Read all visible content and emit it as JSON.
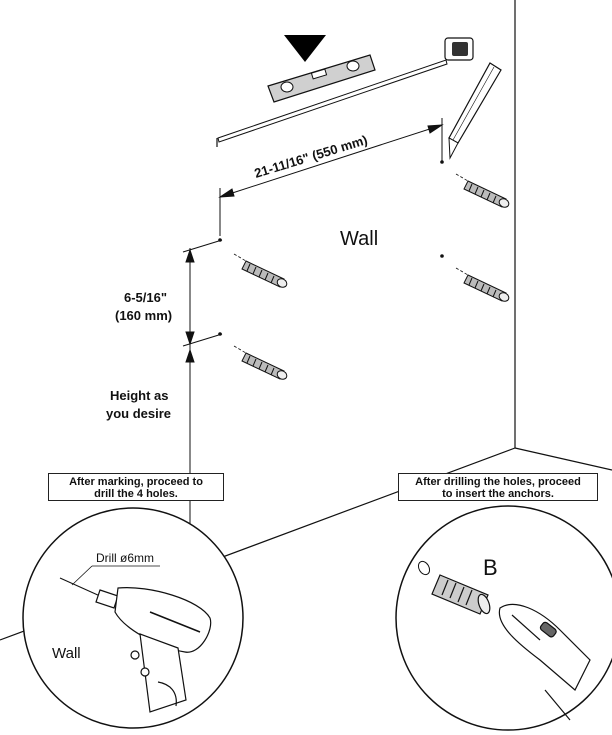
{
  "dimensions": {
    "horizontal_spacing": "21-11/16\" (550 mm)",
    "vertical_spacing_line1": "6-5/16\"",
    "vertical_spacing_line2": "(160 mm)",
    "height_line1": "Height as",
    "height_line2": "you desire"
  },
  "labels": {
    "wall_main": "Wall",
    "wall_detail": "Wall",
    "drill_size": "Drill ø6mm",
    "anchor_letter": "B"
  },
  "notes": {
    "left_line1": "After marking, proceed to",
    "left_line2": "drill the 4 holes.",
    "right_line1": "After drilling the holes, proceed",
    "right_line2": "to insert the anchors."
  }
}
